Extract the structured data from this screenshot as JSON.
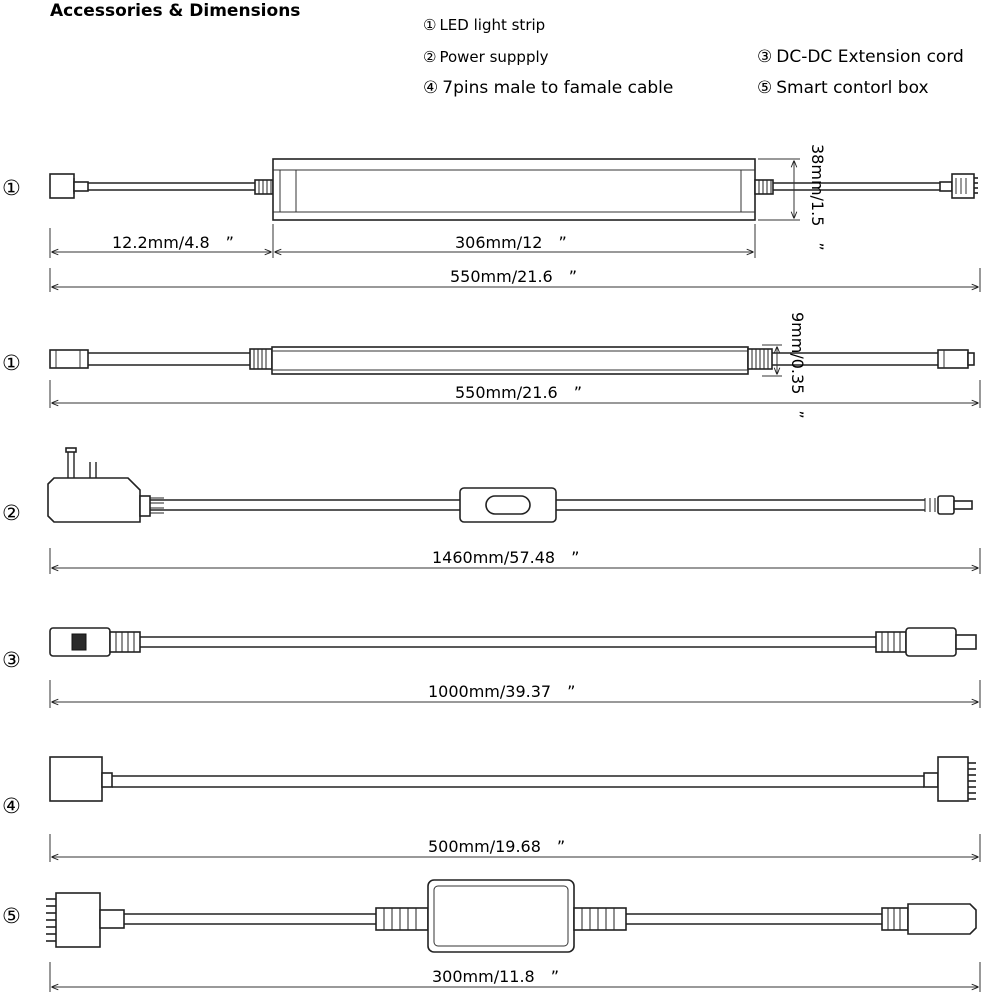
{
  "title": "Accessories & Dimensions",
  "legend": [
    {
      "mark": "①",
      "text": "LED light strip"
    },
    {
      "mark": "②",
      "text": "Power suppply"
    },
    {
      "mark": "③",
      "text": "DC-DC Extension cord"
    },
    {
      "mark": "④",
      "text": "7pins male to famale cable"
    },
    {
      "mark": "⑤",
      "text": "Smart contorl box"
    }
  ],
  "items": [
    {
      "number": "①",
      "dims": {
        "left": "12.2mm/4.8　”",
        "center": "306mm/12　”",
        "total": "550mm/21.6　”",
        "height": "38mm/1.5　”"
      }
    },
    {
      "number": "①",
      "dims": {
        "total": "550mm/21.6　”",
        "height": "9mm/0.35　”"
      }
    },
    {
      "number": "②",
      "dims": {
        "total": "1460mm/57.48　”"
      }
    },
    {
      "number": "③",
      "dims": {
        "total": "1000mm/39.37　”"
      }
    },
    {
      "number": "④",
      "dims": {
        "total": "500mm/19.68　”"
      }
    },
    {
      "number": "⑤",
      "dims": {
        "total": "300mm/11.8　”"
      }
    }
  ]
}
